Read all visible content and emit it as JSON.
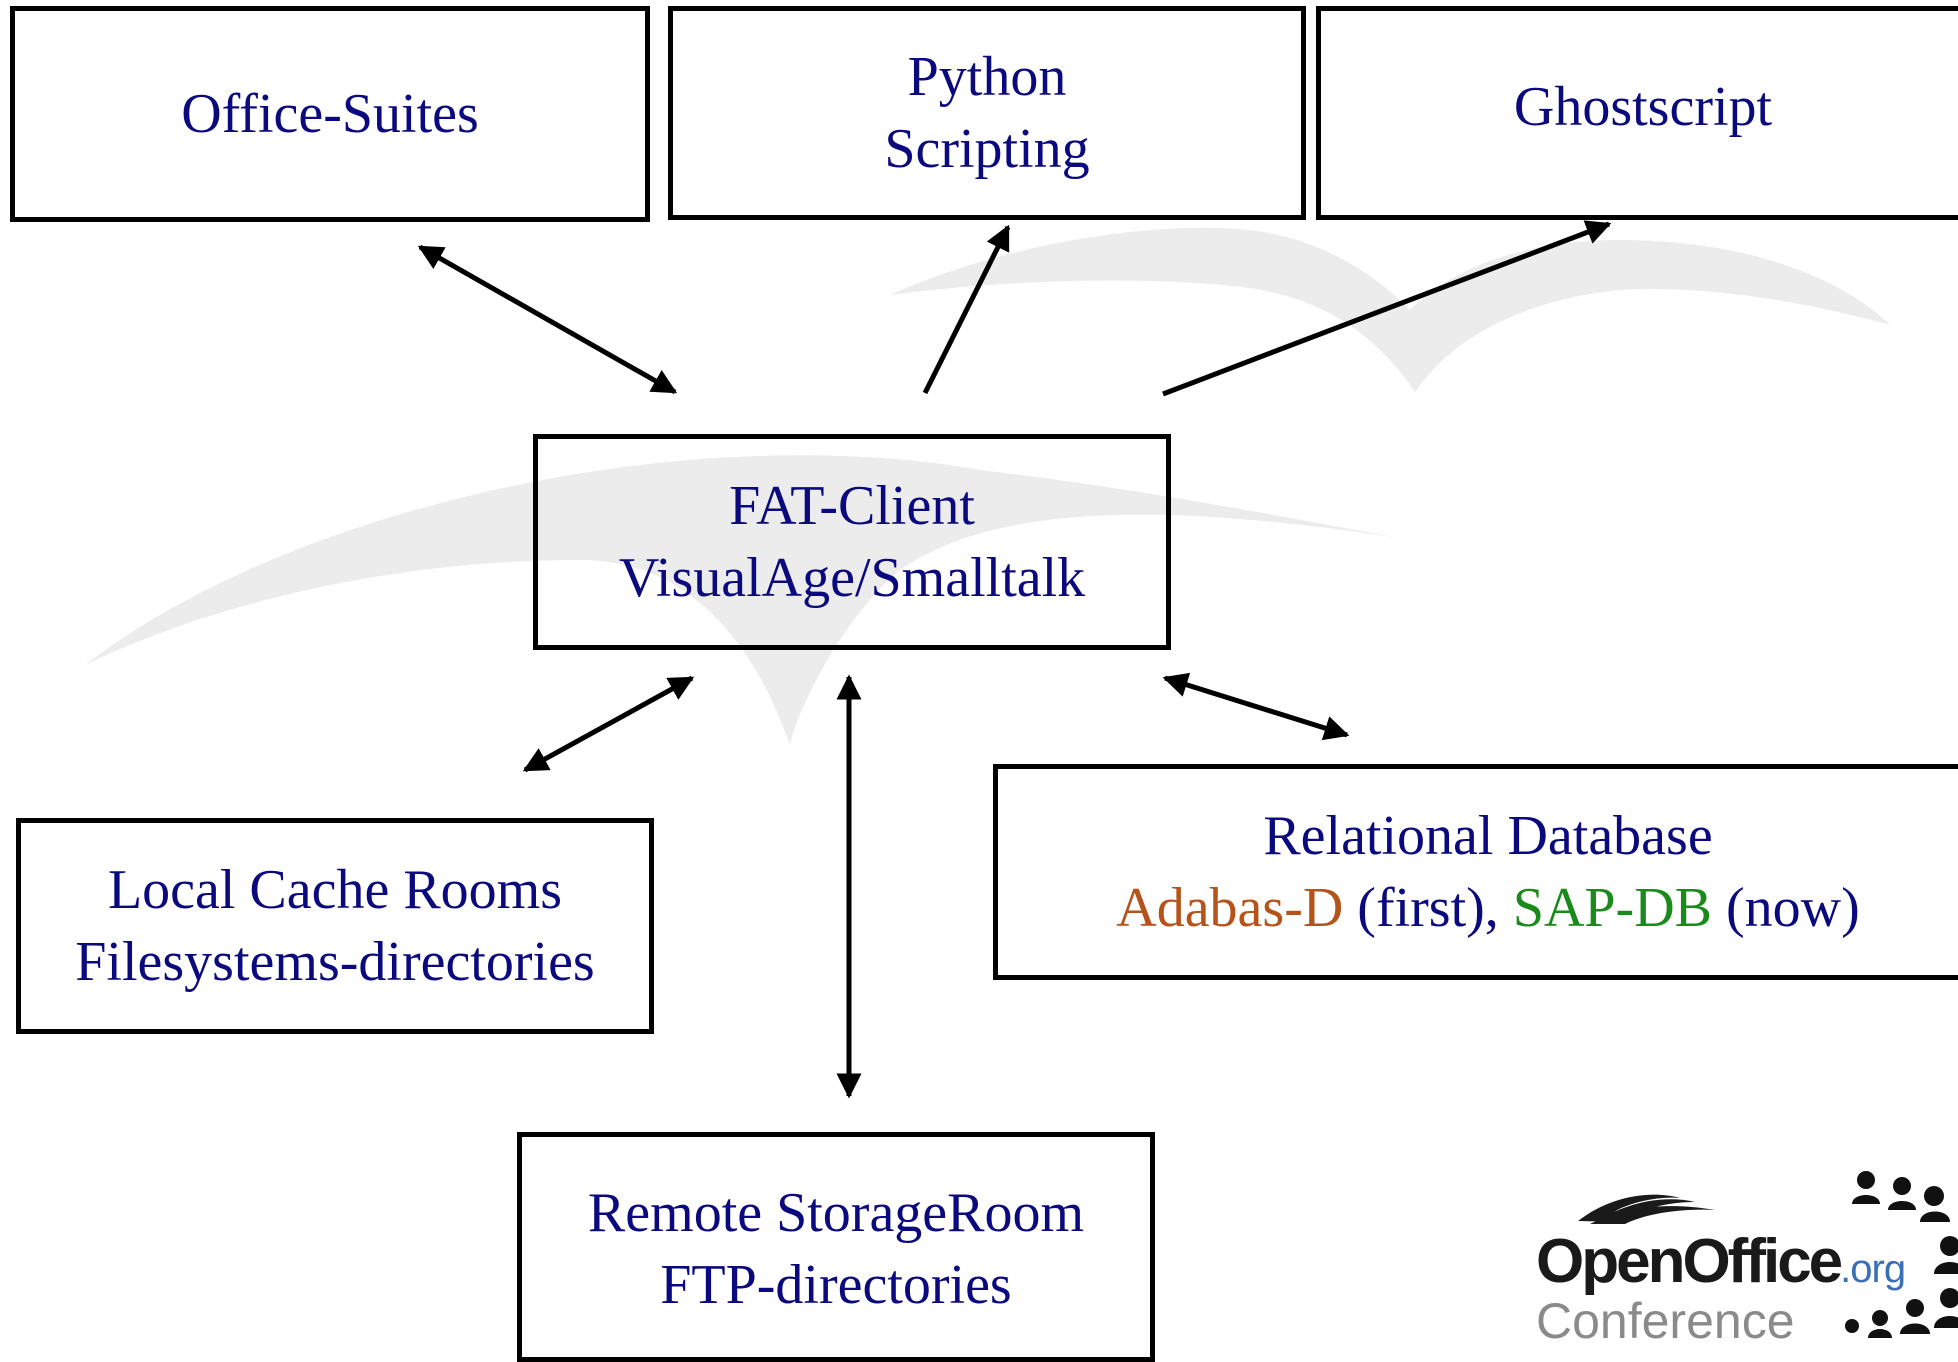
{
  "boxes": {
    "office_suites": {
      "line1": "Office-Suites"
    },
    "python_scripting": {
      "line1": "Python",
      "line2": "Scripting"
    },
    "ghostscript": {
      "line1": "Ghostscript"
    },
    "fat_client": {
      "line1": "FAT-Client",
      "line2": "VisualAge/Smalltalk"
    },
    "local_cache": {
      "line1": "Local Cache Rooms",
      "line2": "Filesystems-directories"
    },
    "relational_db": {
      "line1": "Relational Database",
      "adabas": "Adabas-D",
      "first": " (first), ",
      "sapdb": "SAP-DB",
      "now": " (now)"
    },
    "remote_storage": {
      "line1": "Remote StorageRoom",
      "line2": "FTP-directories"
    }
  },
  "logo": {
    "open": "OpenOffice",
    "org": ".org",
    "conference": "Conference"
  },
  "colors": {
    "text": "#0a0a7e",
    "adabas": "#b5531a",
    "sapdb": "#1a8a1a",
    "watermark": "#ececec",
    "logo_blue": "#3a6fb5"
  }
}
